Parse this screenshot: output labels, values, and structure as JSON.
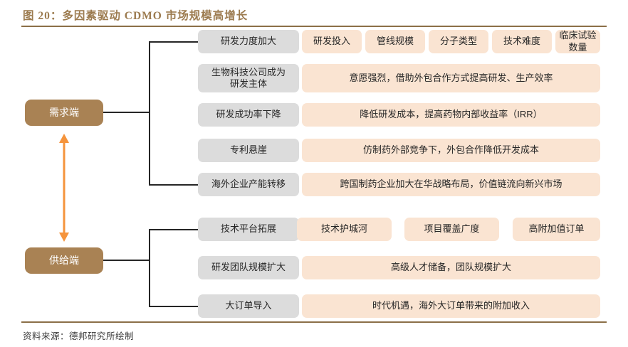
{
  "header": {
    "title": "图 20：多因素驱动 CDMO 市场规模高增长"
  },
  "footer": {
    "source": "资料来源：德邦研究所绘制"
  },
  "colors": {
    "brand_brown": "#A98254",
    "title_brown": "#9C7B4F",
    "rule": "#8B6F47",
    "gray_box": "#DCDCDC",
    "peach_box": "#FAE4D2",
    "arrow_orange": "#F5943C",
    "line": "#262626"
  },
  "branches": [
    {
      "id": "demand",
      "label": "需求端"
    },
    {
      "id": "supply",
      "label": "供给端"
    }
  ],
  "arrow": {
    "name": "demand-supply-double-arrow",
    "direction": "double-vertical"
  },
  "rows": [
    {
      "branch": "demand",
      "driver": "研发力度加大",
      "items": [
        "研发投入",
        "管线规模",
        "分子类型",
        "技术难度",
        "临床试验\n数量"
      ],
      "layout": "five-cells"
    },
    {
      "branch": "demand",
      "driver": "生物科技公司成为\n研发主体",
      "items": [
        "意愿强烈，借助外包合作方式提高研发、生产效率"
      ],
      "layout": "full-width"
    },
    {
      "branch": "demand",
      "driver": "研发成功率下降",
      "items": [
        "降低研发成本，提高药物内部收益率（IRR）"
      ],
      "layout": "full-width"
    },
    {
      "branch": "demand",
      "driver": "专利悬崖",
      "items": [
        "仿制药外部竞争下，外包合作降低开发成本"
      ],
      "layout": "full-width"
    },
    {
      "branch": "demand",
      "driver": "海外企业产能转移",
      "items": [
        "跨国制药企业加大在华战略布局，价值链流向新兴市场"
      ],
      "layout": "full-width"
    },
    {
      "branch": "supply",
      "driver": "技术平台拓展",
      "items": [
        "技术护城河",
        "项目覆盖广度",
        "高附加值订单"
      ],
      "layout": "three-cells"
    },
    {
      "branch": "supply",
      "driver": "研发团队规模扩大",
      "items": [
        "高级人才储备，团队规模扩大"
      ],
      "layout": "full-width"
    },
    {
      "branch": "supply",
      "driver": "大订单导入",
      "items": [
        "时代机遇，海外大订单带来的附加收入"
      ],
      "layout": "full-width"
    }
  ]
}
